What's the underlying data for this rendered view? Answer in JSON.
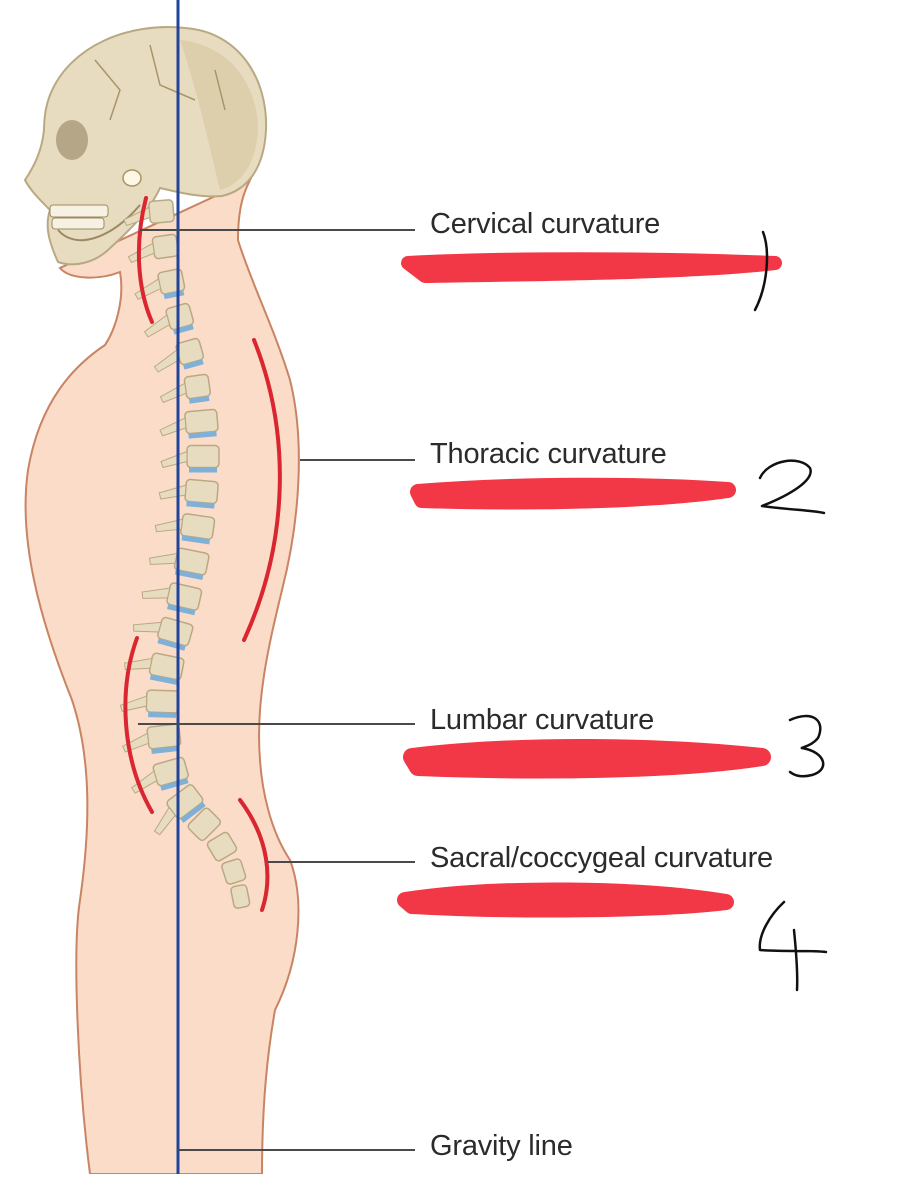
{
  "labels": {
    "cervical": "Cervical curvature",
    "thoracic": "Thoracic curvature",
    "lumbar": "Lumbar curvature",
    "sacral": "Sacral/coccygeal curvature",
    "gravity": "Gravity line"
  },
  "handwritten_numbers": [
    "1",
    "2",
    "3",
    "4"
  ],
  "colors": {
    "skin": "#fbdcc8",
    "skin_outline": "#c98464",
    "bone": "#e8dcc0",
    "bone_shadow": "#b9a982",
    "disc": "#7fb0d8",
    "curve_marks": "#d92630",
    "redaction": "#f23746",
    "gravity_line": "#22439b",
    "leader_line": "#4a4a4a",
    "ink": "#111111"
  }
}
